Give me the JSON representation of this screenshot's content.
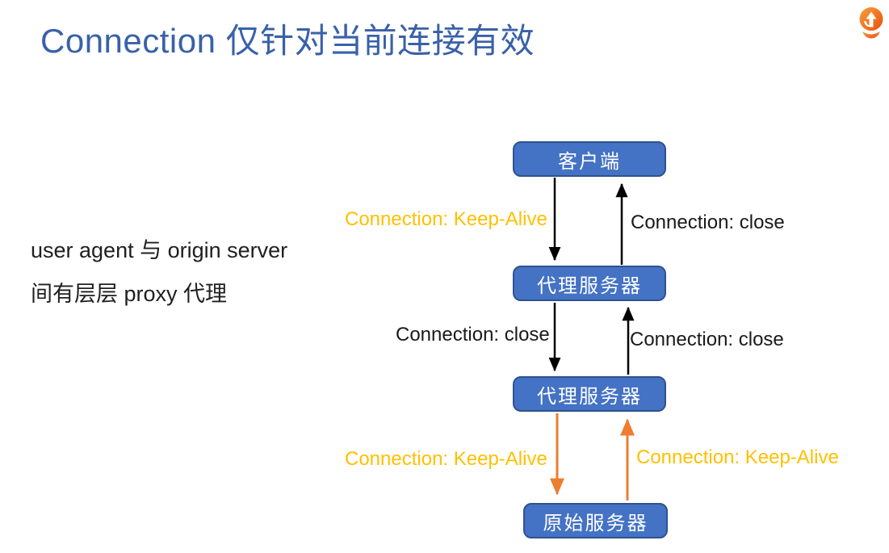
{
  "slide": {
    "title": "Connection 仅针对当前连接有效",
    "note": {
      "line1": "user agent 与 origin server",
      "line2": "间有层层 proxy 代理"
    }
  },
  "logo": {
    "name": "geekbang-logo",
    "gradient_start": "#F9A13C",
    "gradient_end": "#E84E0F"
  },
  "diagram": {
    "nodes": [
      {
        "id": "client",
        "label": "客户端"
      },
      {
        "id": "proxy1",
        "label": "代理服务器"
      },
      {
        "id": "proxy2",
        "label": "代理服务器"
      },
      {
        "id": "origin",
        "label": "原始服务器"
      }
    ],
    "edges": [
      {
        "from": "client",
        "to": "proxy1",
        "direction": "down",
        "label": "Connection: Keep-Alive",
        "label_color": "#FFC000",
        "arrow_color": "#000000"
      },
      {
        "from": "proxy1",
        "to": "client",
        "direction": "up",
        "label": "Connection: close",
        "label_color": "#1A1A1A",
        "arrow_color": "#000000"
      },
      {
        "from": "proxy1",
        "to": "proxy2",
        "direction": "down",
        "label": "Connection: close",
        "label_color": "#1A1A1A",
        "arrow_color": "#000000"
      },
      {
        "from": "proxy2",
        "to": "proxy1",
        "direction": "up",
        "label": "Connection: close",
        "label_color": "#1A1A1A",
        "arrow_color": "#000000"
      },
      {
        "from": "proxy2",
        "to": "origin",
        "direction": "down",
        "label": "Connection: Keep-Alive",
        "label_color": "#FFC000",
        "arrow_color": "#ED7D31"
      },
      {
        "from": "origin",
        "to": "proxy2",
        "direction": "up",
        "label": "Connection: Keep-Alive",
        "label_color": "#FFC000",
        "arrow_color": "#ED7D31"
      }
    ],
    "colors": {
      "node_fill": "#4472C4",
      "node_border": "#2F528F",
      "node_text": "#FFFFFF",
      "black_arrow": "#000000",
      "orange_arrow": "#ED7D31",
      "keepalive_label": "#FFC000",
      "close_label": "#1A1A1A",
      "title_text": "#3A61A9"
    }
  }
}
